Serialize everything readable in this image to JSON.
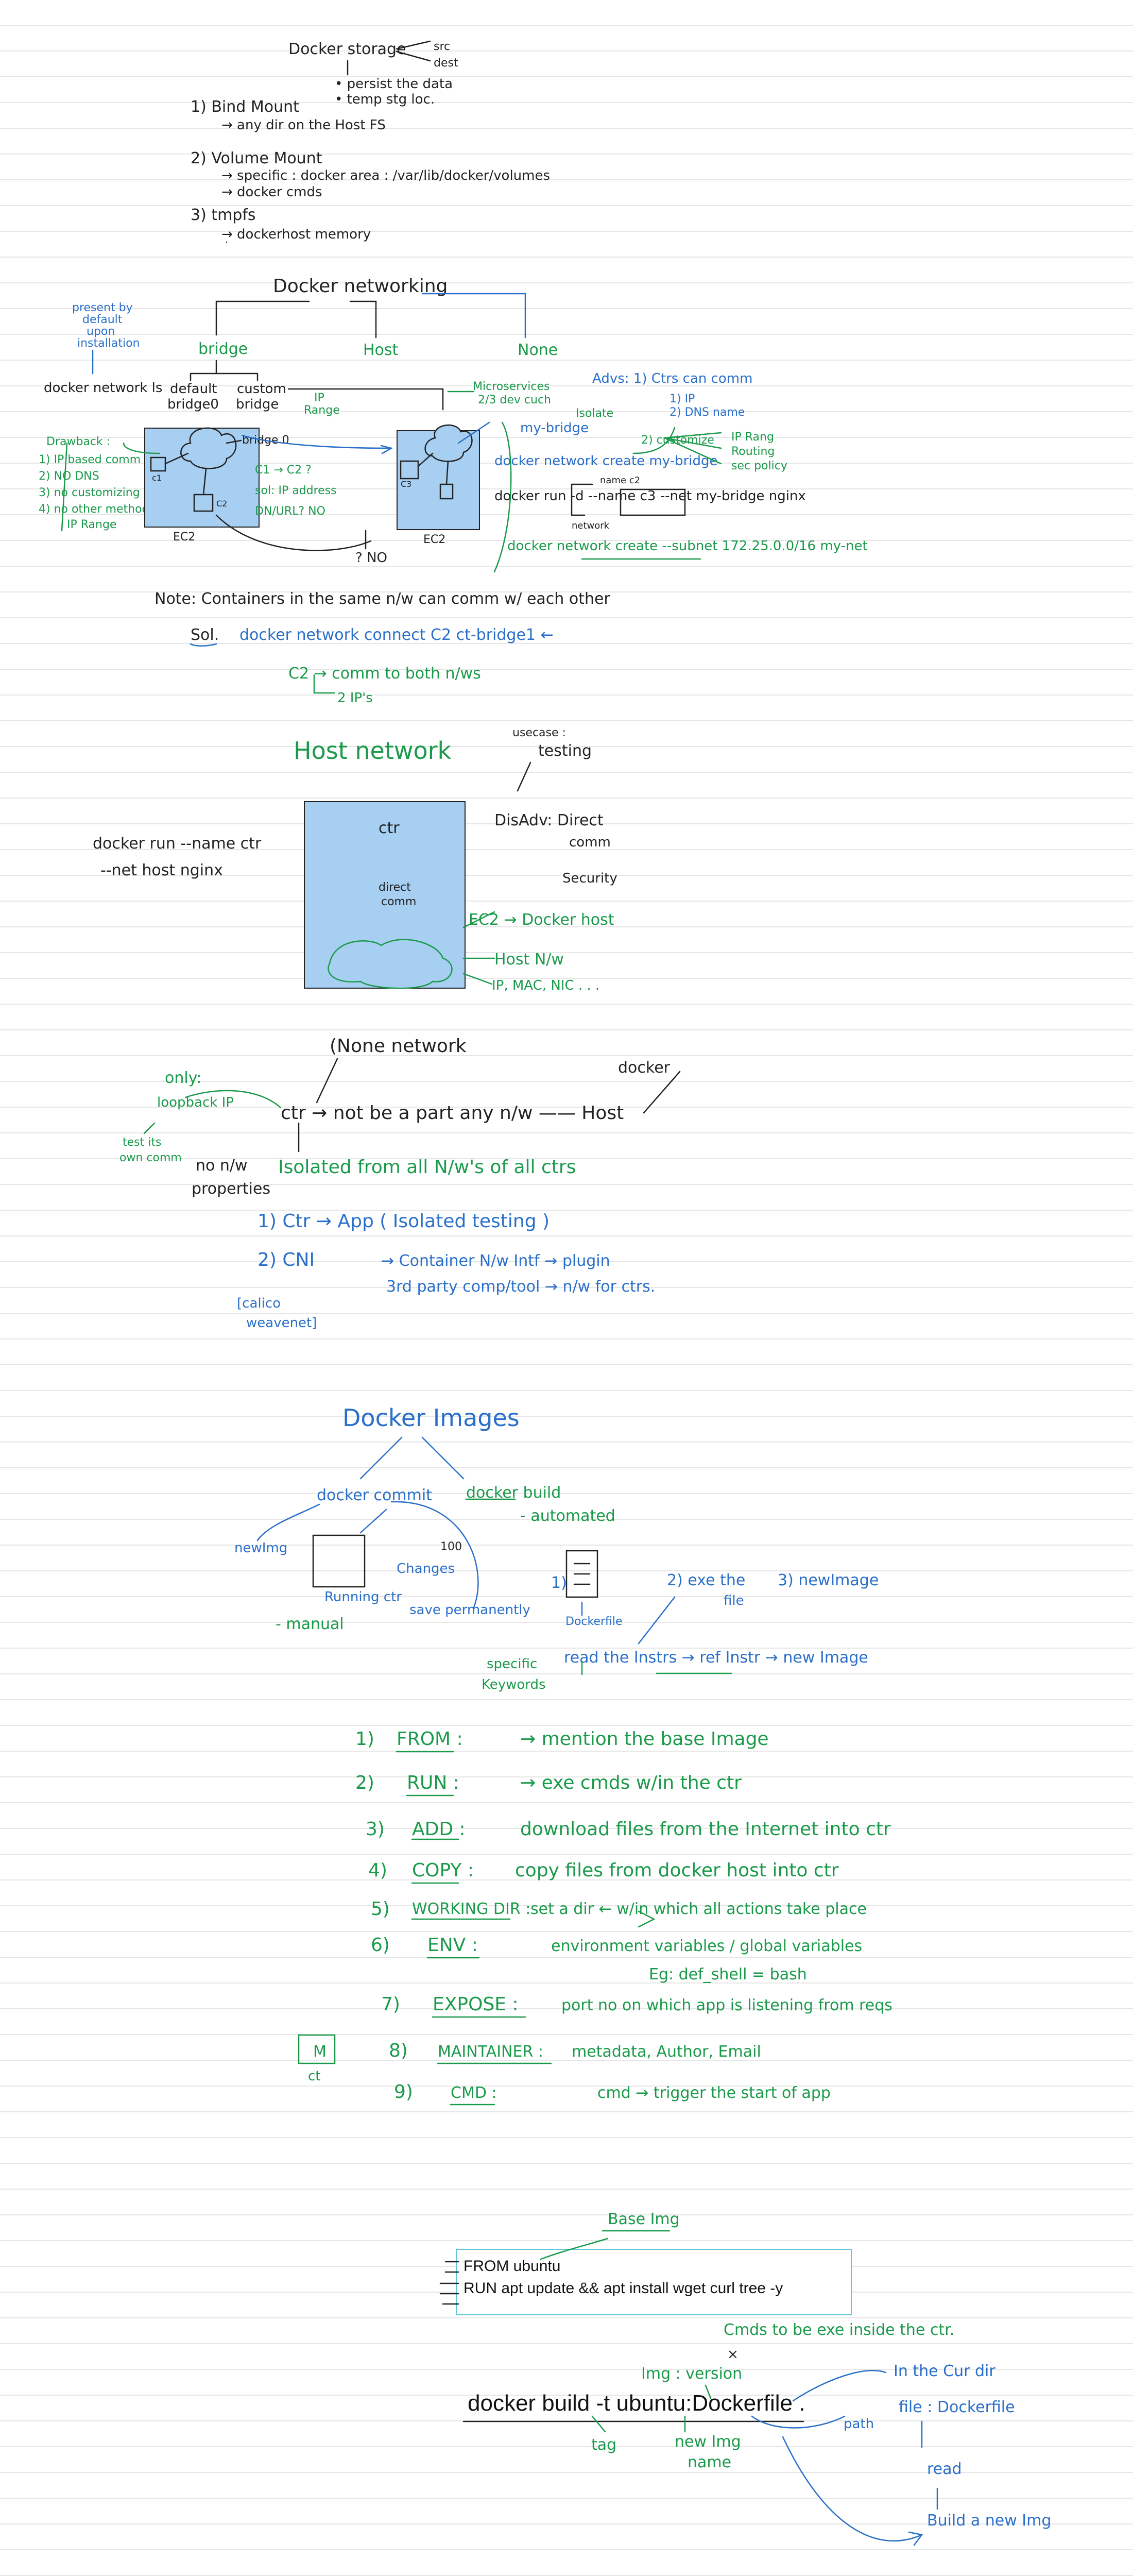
{
  "storage": {
    "title": "Docker storage",
    "src": "src",
    "dest": "dest",
    "persist": "• persist the data",
    "temp": "• temp stg loc.",
    "bind_head": "1)  Bind Mount",
    "bind_sub": "→ any dir on the Host FS",
    "volume_head": "2)  Volume Mount",
    "volume_sub1": "→ specific : docker area :   /var/lib/docker/volumes",
    "volume_sub2": "→ docker cmds",
    "tmpfs_head": "3)  tmpfs",
    "tmpfs_sub": "→ dockerhost memory"
  },
  "networking": {
    "title": "Docker networking",
    "bridge": "bridge",
    "host": "Host",
    "none": "None",
    "present": [
      "present by",
      "default",
      "upon",
      "installation"
    ],
    "network_ls": "docker network ls",
    "default_bridge": [
      "default",
      "bridge0"
    ],
    "custom_bridge": [
      "custom",
      "bridge"
    ],
    "ip_range": [
      "IP",
      "Range"
    ],
    "drawbacks_title": "Drawback :",
    "drawbacks": [
      "1) IP based comm",
      "2) NO DNS",
      "3) no customizing",
      "4) no other method",
      "IP Range"
    ],
    "ec2_left": "EC2",
    "ec2_right": "EC2",
    "bridge0_label": "bridge 0",
    "c1": "c1",
    "c2": "C2",
    "c3": "C3",
    "c1_c2": "C1 → C2 ?",
    "sol": "sol:  IP address",
    "dns": "DN/URL?  NO",
    "q_no": "?  NO",
    "micro": [
      "Microservices",
      "2/3 dev cuch"
    ],
    "isolate": "Isolate",
    "my_bridge": "my-bridge",
    "advs": [
      "Advs:  1) Ctrs can comm",
      "1) IP",
      "2) DNS name",
      "2) customize",
      "IP Rang",
      "Routing",
      "sec policy"
    ],
    "create_cmd": "docker network create my-bridge",
    "run_cmd": "docker run  -d  --name c3  --net my-bridge  nginx",
    "run_name_label": "name c2",
    "run_net_label": "network",
    "subnet_cmd": "docker network create --subnet 172.25.0.0/16  my-net",
    "note": "Note:  Containers in the same n/w can comm w/ each other",
    "sol_cmd_prefix": "Sol.",
    "sol_cmd": "docker network connect  C2  ct-bridge1  ←",
    "c2_both": "C2 → comm to both n/ws",
    "two_ips": "2 IP's"
  },
  "host": {
    "title": "Host network",
    "usecase": "usecase :",
    "testing": "testing",
    "cmd1": "docker run --name ctr",
    "cmd2": "--net host  nginx",
    "ctr": "ctr",
    "direct": [
      "direct",
      "comm"
    ],
    "disadv": "DisAdv:  Direct",
    "comm": "comm",
    "security": "Security",
    "ec2": "EC2 → Docker host",
    "hostnw": "Host N/w",
    "ip": "IP, MAC, NIC . . ."
  },
  "none": {
    "title": "(None network",
    "only": [
      "only:",
      "loopback IP"
    ],
    "test": [
      "test its",
      "own comm"
    ],
    "ctr_line": "ctr → not be a part any  n/w —— Host",
    "docker": "docker",
    "props": [
      "no n/w",
      "properties"
    ],
    "isolated": "Isolated from all  N/w's  of all ctrs",
    "l1": "1)  Ctr → App  ( Isolated testing )",
    "l2_a": "2)  CNI",
    "l2_b": "→  Container N/w Intf →  plugin",
    "l3": "3rd party comp/tool → n/w for ctrs.",
    "calico": [
      "[calico",
      "weavenet]"
    ]
  },
  "images": {
    "title": "Docker Images",
    "commit": "docker commit",
    "build": "docker build",
    "automated": "- automated",
    "newimg": "newImg",
    "running": "Running ctr",
    "changes": "Changes",
    "hundred": "100",
    "manual": "- manual",
    "save": "save permanently",
    "step1": "1)",
    "dockerfile": "Dockerfile",
    "step2": "2)  exe the",
    "step2b": "file",
    "step3": "3)  newImage",
    "specific": [
      "specific",
      "Keywords"
    ],
    "flow": "read the Instrs → ref Instr → new Image",
    "kw": [
      {
        "n": "1)",
        "k": "FROM :",
        "d": "→  mention the base Image"
      },
      {
        "n": "2)",
        "k": "RUN :",
        "d": "→  exe cmds  w/in the ctr"
      },
      {
        "n": "3)",
        "k": "ADD :",
        "d": "download files from the Internet into ctr"
      },
      {
        "n": "4)",
        "k": "COPY :",
        "d": "copy files from docker host into ctr"
      },
      {
        "n": "5)",
        "k": "WORKING DIR :",
        "d": "set a dir ← w/in which all actions take place"
      },
      {
        "n": "6)",
        "k": "ENV  :",
        "d": "environment variables / global variables"
      },
      {
        "n": "7)",
        "k": "EXPOSE :",
        "d": "port no on which app is listening from reqs"
      },
      {
        "n": "8)",
        "k": "MAINTAINER :",
        "d": "metadata, Author, Email"
      },
      {
        "n": "9)",
        "k": "CMD :",
        "d": "cmd → trigger the start of app"
      }
    ],
    "env_eg": "Eg:  def_shell = bash",
    "m_ct": [
      "M",
      "ct"
    ]
  },
  "dockerfile": {
    "base_img": "Base Img",
    "line1": "FROM ubuntu",
    "line2": "RUN apt update && apt install wget curl tree -y",
    "cmds_note": "Cmds to be exe inside the ctr.",
    "x": "×",
    "build_cmd": "docker build -t ubuntu:Dockerfile .",
    "img_version": "Img  :  version",
    "tag": "tag",
    "new_img_name": [
      "new Img",
      "name"
    ],
    "path": "path",
    "in_cur_dir": [
      "In the Cur dir",
      "file : Dockerfile"
    ],
    "read": "read",
    "build_new": "Build a new Img"
  }
}
